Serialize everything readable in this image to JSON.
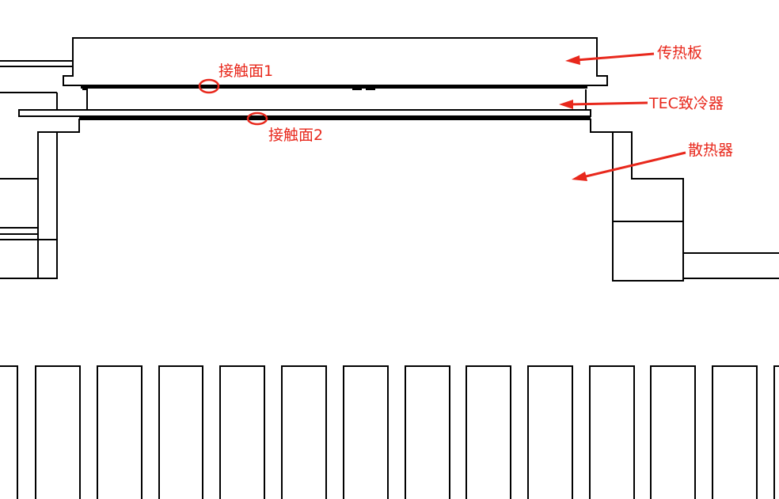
{
  "labels": {
    "heat_transfer_plate": "传热板",
    "tec_cooler": "TEC致冷器",
    "heat_sink": "散热器",
    "contact_surface_1": "接触面1",
    "contact_surface_2": "接触面2"
  },
  "colors": {
    "annotation": "#e8281c",
    "line": "#000000",
    "background": "#ffffff"
  }
}
